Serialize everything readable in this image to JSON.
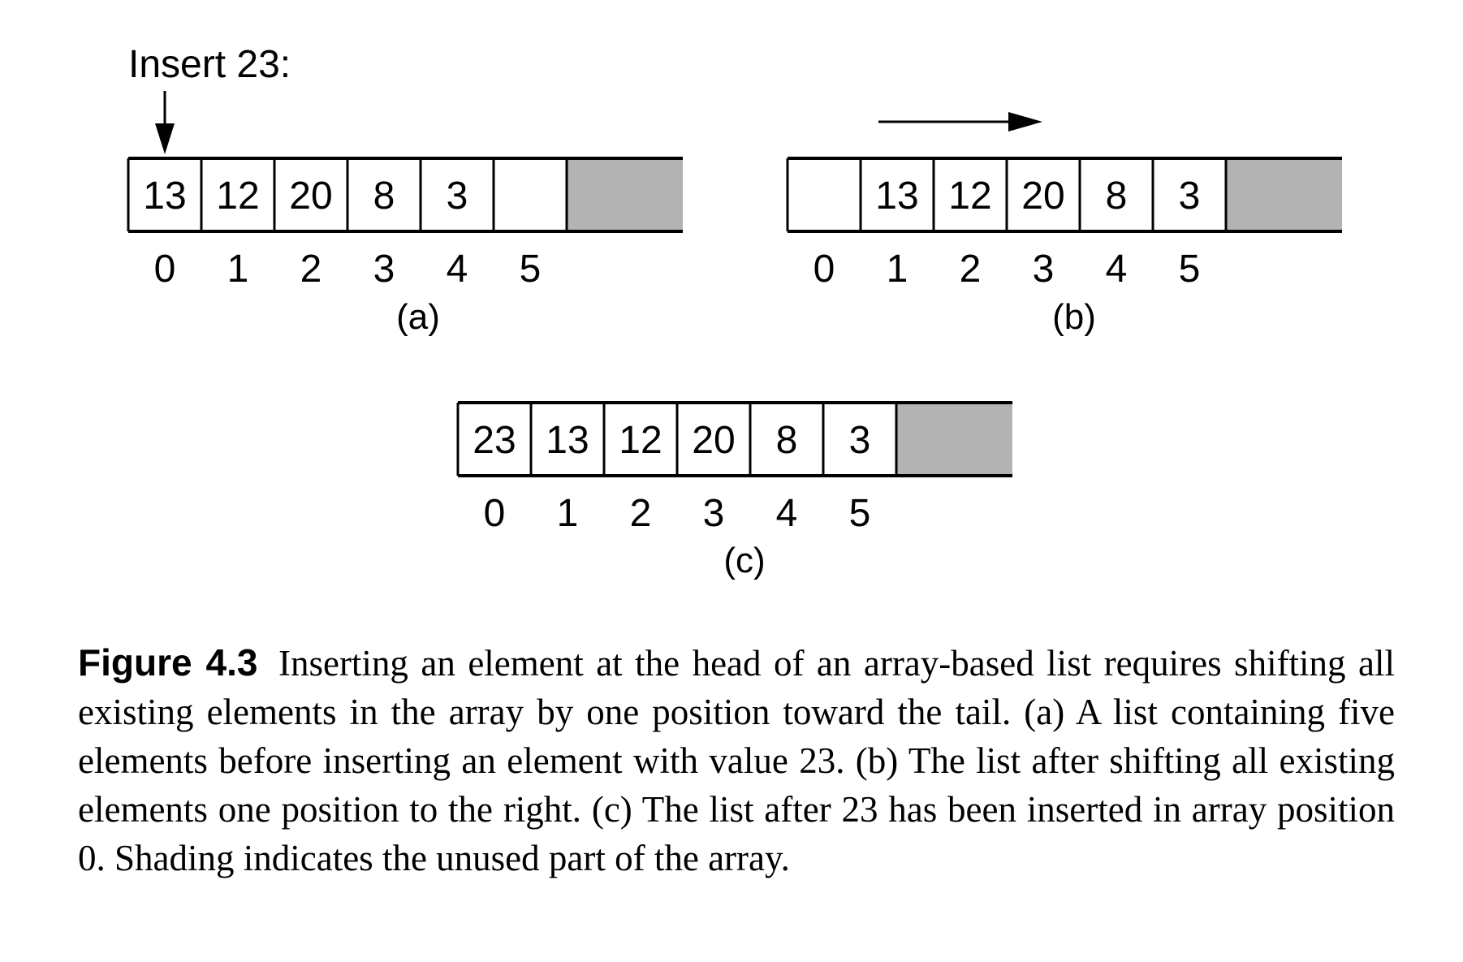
{
  "insert_label": "Insert 23:",
  "panels": [
    {
      "id": "a",
      "label": "(a)",
      "cells": [
        "13",
        "12",
        "20",
        "8",
        "3",
        ""
      ],
      "indices": [
        "0",
        "1",
        "2",
        "3",
        "4",
        "5"
      ],
      "unused_cells": 1
    },
    {
      "id": "b",
      "label": "(b)",
      "cells": [
        "",
        "13",
        "12",
        "20",
        "8",
        "3"
      ],
      "indices": [
        "0",
        "1",
        "2",
        "3",
        "4",
        "5"
      ],
      "unused_cells": 1
    },
    {
      "id": "c",
      "label": "(c)",
      "cells": [
        "23",
        "13",
        "12",
        "20",
        "8",
        "3"
      ],
      "indices": [
        "0",
        "1",
        "2",
        "3",
        "4",
        "5"
      ],
      "unused_cells": 1
    }
  ],
  "colors": {
    "unused_shading": "#b3b3b3",
    "line": "#000000"
  },
  "caption": {
    "figure_number": "Figure 4.3",
    "text": "Inserting an element at the head of an array-based list requires shifting all existing elements in the array by one position toward the tail. (a) A list containing five elements before inserting an element with value 23. (b) The list after shifting all existing elements one position to the right. (c) The list after 23 has been inserted in array position 0. Shading indicates the unused part of the array."
  }
}
